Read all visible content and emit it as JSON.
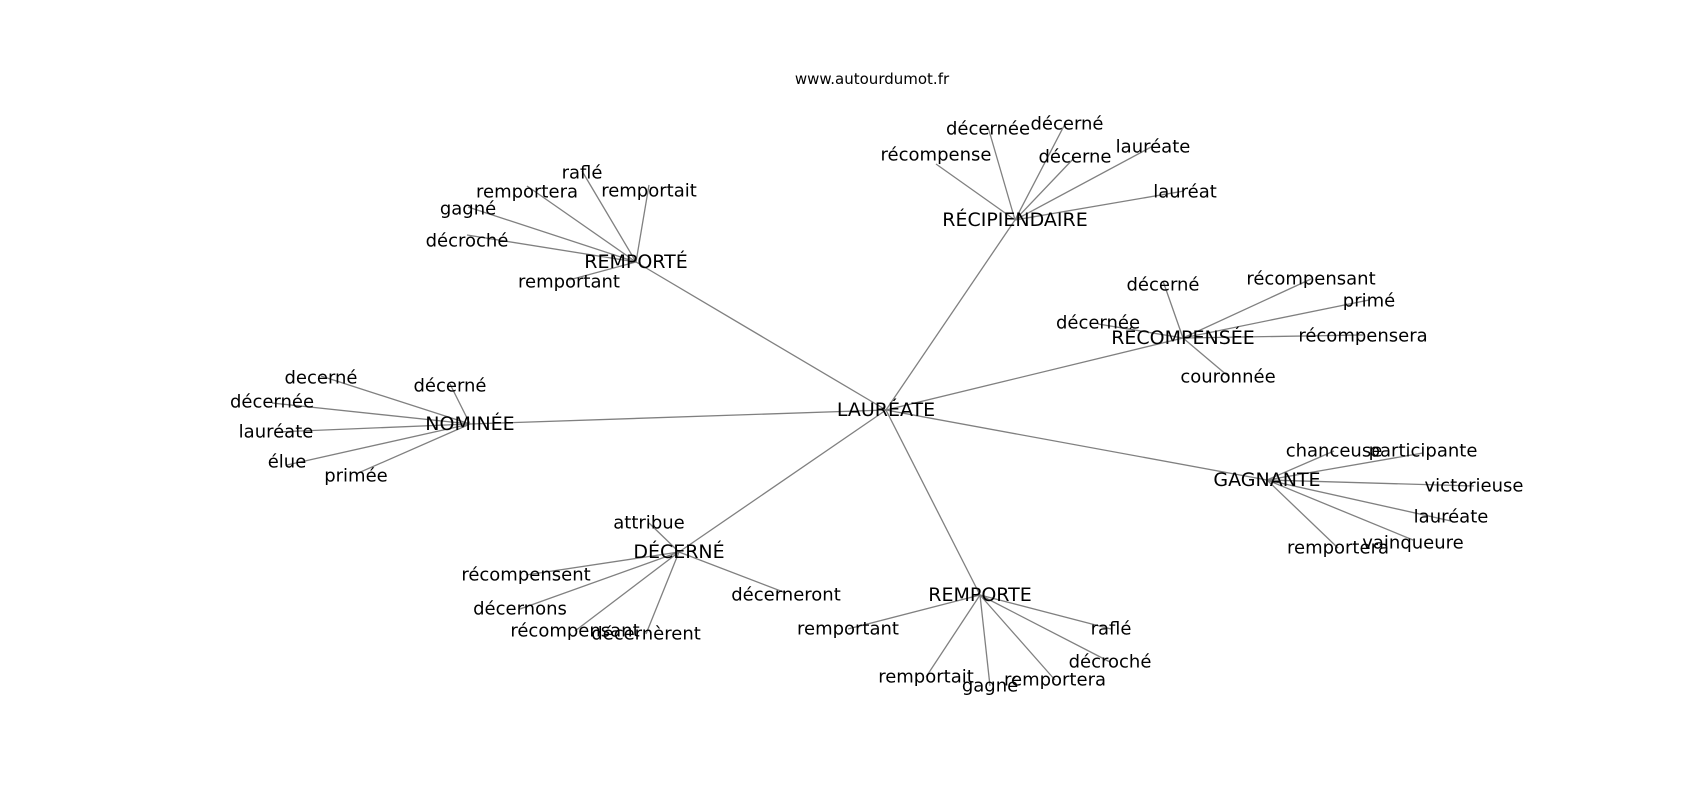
{
  "header": {
    "site": "www.autourdumot.fr"
  },
  "graph": {
    "center": "LAURÉATE",
    "hubs": [
      {
        "label": "RÉCIPIENDAIRE",
        "leaves": [
          "décernée",
          "décerné",
          "récompense",
          "décerne",
          "lauréate",
          "lauréat"
        ]
      },
      {
        "label": "REMPORTÉ",
        "leaves": [
          "raflé",
          "remportera",
          "remportait",
          "gagné",
          "décroché",
          "remportant"
        ]
      },
      {
        "label": "RÉCOMPENSÉE",
        "leaves": [
          "décerné",
          "récompensant",
          "primé",
          "décernée",
          "récompensera",
          "couronnée"
        ]
      },
      {
        "label": "NOMINÉE",
        "leaves": [
          "decerné",
          "décerné",
          "décernée",
          "lauréate",
          "élue",
          "primée"
        ]
      },
      {
        "label": "GAGNANTE",
        "leaves": [
          "chanceuse",
          "participante",
          "victorieuse",
          "lauréate",
          "remportera",
          "vainqueure"
        ]
      },
      {
        "label": "DÉCERNÉ",
        "leaves": [
          "attribue",
          "récompensent",
          "décerneront",
          "décernons",
          "récompensant",
          "décernèrent"
        ]
      },
      {
        "label": "REMPORTE",
        "leaves": [
          "remportant",
          "raflé",
          "décroché",
          "remportait",
          "gagné",
          "remportera"
        ]
      }
    ]
  }
}
